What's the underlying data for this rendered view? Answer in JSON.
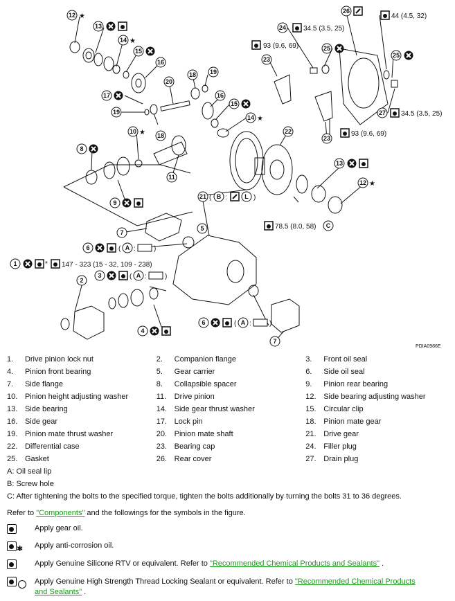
{
  "figure_code": "PDIA0986E",
  "torques": {
    "t1": "147 - 323 (15 - 32, 109 - 238)",
    "t24": "34.5 (3.5, 25)",
    "t26": "44 (4.5, 32)",
    "t_capbolt": "93 (9.6, 69)",
    "t_capbolt2": "93 (9.6, 69)",
    "t27": "34.5 (3.5, 25)",
    "t_ring": "78.5 (8.0, 58)"
  },
  "callout_letters": {
    "A": "A",
    "B": "B",
    "L": "L",
    "C": "C"
  },
  "parts": [
    [
      "1.",
      "Drive pinion lock nut",
      "2.",
      "Companion flange",
      "3.",
      "Front oil seal"
    ],
    [
      "4.",
      "Pinion front bearing",
      "5.",
      "Gear carrier",
      "6.",
      "Side oil seal"
    ],
    [
      "7.",
      "Side flange",
      "8.",
      "Collapsible spacer",
      "9.",
      "Pinion rear bearing"
    ],
    [
      "10.",
      "Pinion height adjusting washer",
      "11.",
      "Drive pinion",
      "12.",
      "Side bearing adjusting washer"
    ],
    [
      "13.",
      "Side bearing",
      "14.",
      "Side gear thrust washer",
      "15.",
      "Circular clip"
    ],
    [
      "16.",
      "Side gear",
      "17.",
      "Lock pin",
      "18.",
      "Pinion mate gear"
    ],
    [
      "19.",
      "Pinion mate thrust washer",
      "20.",
      "Pinion mate shaft",
      "21.",
      "Drive gear"
    ],
    [
      "22.",
      "Differential case",
      "23.",
      "Bearing cap",
      "24.",
      "Filler plug"
    ],
    [
      "25.",
      "Gasket",
      "26.",
      "Rear cover",
      "27.",
      "Drain plug"
    ]
  ],
  "notes": {
    "a": "A: Oil seal lip",
    "b": "B: Screw hole",
    "c": "C: After tightening the bolts to the specified torque, tighten the bolts additionally by turning the bolts 31 to 36 degrees."
  },
  "refer": {
    "prefix": "Refer to ",
    "link": "\"Components\"",
    "suffix": "  and the followings for the symbols in the figure."
  },
  "symbols": {
    "gear_oil": "Apply gear oil.",
    "anti_corrosion": "Apply anti-corrosion oil.",
    "silicone_prefix": "Apply Genuine Silicone RTV or equivalent. Refer to ",
    "silicone_link": "\"Recommended Chemical Products and Sealants\"",
    "silicone_suffix": " .",
    "thread_prefix": "Apply Genuine High Strength Thread Locking Sealant or equivalent. Refer to ",
    "thread_link_1": "\"Recommended Chemical Products",
    "thread_link_2": "and Sealants\"",
    "thread_suffix": " ."
  }
}
